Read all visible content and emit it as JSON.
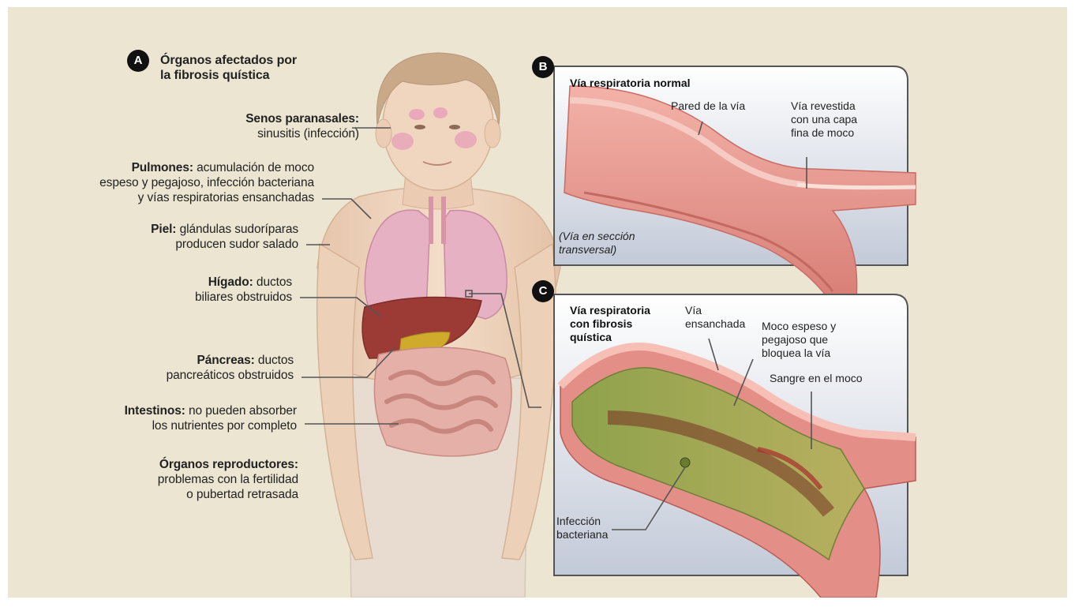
{
  "panel_a": {
    "badge": "A",
    "title_line1": "Órganos afectados por",
    "title_line2": "la fibrosis quística",
    "labels": [
      {
        "bold": "Senos paranasales:",
        "line1": "",
        "line2": "sinusitis (infección)"
      },
      {
        "bold": "Pulmones:",
        "line1": " acumulación de moco",
        "line2": "espeso y pegajoso, infección bacteriana",
        "line3": "y vías respiratorias ensanchadas"
      },
      {
        "bold": "Piel:",
        "line1": " glándulas sudoríparas",
        "line2": "producen sudor salado"
      },
      {
        "bold": "Hígado:",
        "line1": " ductos",
        "line2": "biliares obstruidos"
      },
      {
        "bold": "Páncreas:",
        "line1": " ductos",
        "line2": "pancreáticos obstruidos"
      },
      {
        "bold": "Intestinos:",
        "line1": " no pueden absorber",
        "line2": "los nutrientes por completo"
      },
      {
        "bold": "Órganos reproductores:",
        "line1": "",
        "line2": "problemas con la fertilidad",
        "line3": "o pubertad retrasada"
      }
    ]
  },
  "panel_b": {
    "badge": "B",
    "title": "Vía respiratoria normal",
    "wall_label": "Pared de la vía",
    "lining_label_1": "Vía revestida",
    "lining_label_2": "con una capa",
    "lining_label_3": "fina de moco",
    "section_note_1": "(Vía en sección",
    "section_note_2": "transversal)"
  },
  "panel_c": {
    "badge": "C",
    "title_1": "Vía respiratoria",
    "title_2": "con fibrosis",
    "title_3": "quística",
    "widened_1": "Vía",
    "widened_2": "ensanchada",
    "mucus_1": "Moco espeso y",
    "mucus_2": "pegajoso que",
    "mucus_3": "bloquea la vía",
    "blood": "Sangre en el moco",
    "infection_1": "Infección",
    "infection_2": "bacteriana"
  },
  "colors": {
    "background": "#ece5d2",
    "skin": "#efd4bd",
    "tissue": "#e8928c",
    "mucus": "#98ac5a",
    "lung": "#eab3c6",
    "liver": "#9c3b35"
  }
}
